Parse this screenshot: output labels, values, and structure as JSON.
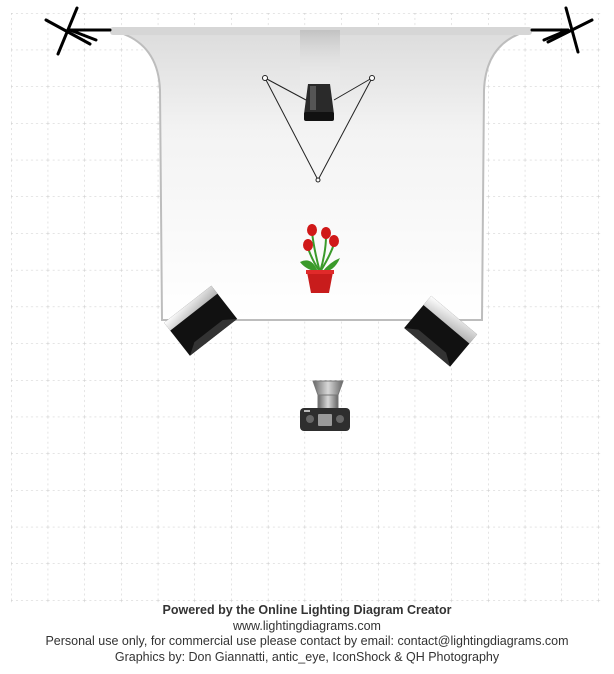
{
  "diagram": {
    "items": [
      {
        "name": "c-stand-left",
        "icon": "c-stand-icon"
      },
      {
        "name": "c-stand-right",
        "icon": "c-stand-icon"
      },
      {
        "name": "white-paper-sweep-backdrop",
        "icon": "backdrop-icon"
      },
      {
        "name": "background-light-on-stand",
        "icon": "strobe-icon"
      },
      {
        "name": "red-tulips-in-pot",
        "icon": "flower-pot-icon"
      },
      {
        "name": "softbox-left",
        "icon": "softbox-icon"
      },
      {
        "name": "softbox-right",
        "icon": "softbox-icon"
      },
      {
        "name": "camera",
        "icon": "camera-icon"
      }
    ],
    "colors": {
      "grid": "#c8c8c8",
      "backdrop_edge": "#bdbdbd",
      "flower_red": "#d01818",
      "leaf_green": "#3a9a2a",
      "pot_red": "#c81c1c",
      "stand_black": "#000000"
    }
  },
  "footer": {
    "title": "Powered by the Online Lighting Diagram Creator",
    "url": "www.lightingdiagrams.com",
    "license": "Personal use only, for commercial use please contact by email: contact@lightingdiagrams.com",
    "credits": "Graphics by: Don Giannatti, antic_eye, IconShock & QH Photography"
  }
}
